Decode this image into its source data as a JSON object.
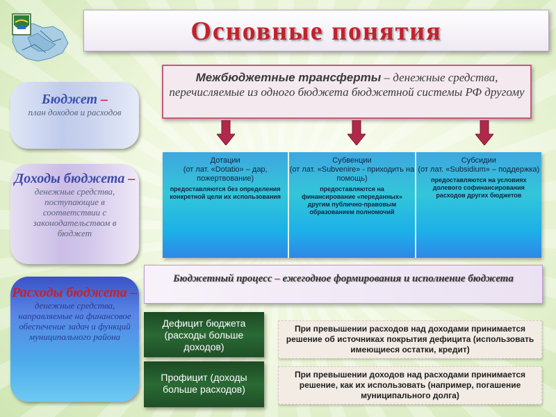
{
  "title": "Основные понятия",
  "left": {
    "budget": {
      "head": "Бюджет",
      "dash": " –",
      "text": "план доходов и расходов"
    },
    "income": {
      "head": "Доходы бюджета",
      "dash": " –",
      "text": "денежные средства, поступающие в соответствии с законодательством в бюджет"
    },
    "expenses": {
      "head": "Расходы бюджета",
      "dash": " –",
      "text": "денежные средства, направляемые на финансовое обеспечение задач и функций муниципального района"
    }
  },
  "transfers": {
    "term": "Межбюджетные трансферты",
    "definition": " – денежные средства, перечисляемые из одного бюджета бюджетной системы РФ другому"
  },
  "types": [
    {
      "title": "Дотации",
      "origin": "(от лат. «Dotatio» – дар, пожертвование)",
      "desc": "предоставляются без определения конкретной цели их использования"
    },
    {
      "title": "Субвенции",
      "origin": "(от лат. «Subvenire» - приходить на помощь)",
      "desc": "предоставляются на финансирование «переданных» другим публично-правовым образованием полномочий"
    },
    {
      "title": "Субсидии",
      "origin": "(от лат. «Subsidium» – поддержка)",
      "desc": "предоставляются на условиях долевого софинансирования расходов других бюджетов"
    }
  ],
  "process": {
    "term": "Бюджетный процесс",
    "dash": " – ",
    "definition": "ежегодное формирования и исполнение бюджета"
  },
  "deficit": {
    "label": "Дефицит бюджета (расходы больше доходов)",
    "note": "При превышении расходов над доходами принимается решение об источниках покрытия дефицита (использовать имеющиеся остатки, кредит)"
  },
  "surplus": {
    "label": "Профицит (доходы больше расходов)",
    "note": "При превышении доходов над расходами принимается решение, как их использовать (например, погашение муниципального долга)"
  },
  "colors": {
    "title": "#c2222c",
    "arrow": "#b0294a",
    "teal": "#33c6d9",
    "green": "#2a6a34"
  }
}
